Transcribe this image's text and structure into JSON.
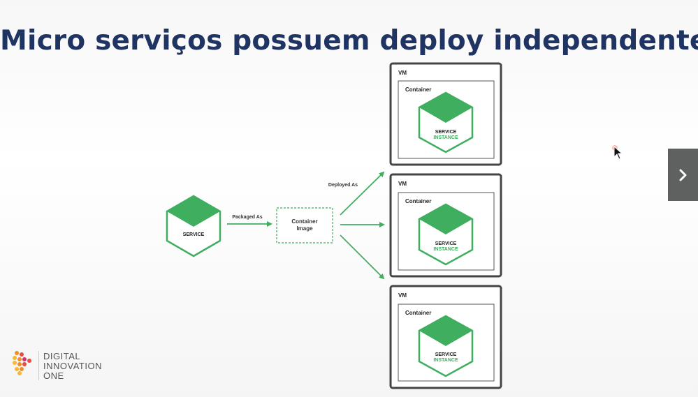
{
  "slide": {
    "title": "Micro serviços possuem deploy independentes"
  },
  "diagram": {
    "service_label": "SERVICE",
    "packaged_as": "Packaged As",
    "container_image_line1": "Container",
    "container_image_line2": "Image",
    "deployed_as": "Deployed As",
    "vms": [
      {
        "vm_label": "VM",
        "container_label": "Container",
        "service_line1": "SERVICE",
        "service_line2": "INSTANCE"
      },
      {
        "vm_label": "VM",
        "container_label": "Container",
        "service_line1": "SERVICE",
        "service_line2": "INSTANCE"
      },
      {
        "vm_label": "VM",
        "container_label": "Container",
        "service_line1": "SERVICE",
        "service_line2": "INSTANCE"
      }
    ]
  },
  "colors": {
    "title": "#1f3462",
    "green": "#3fae5f",
    "green_dark": "#2e9a4e",
    "vm_border": "#444444"
  },
  "logo": {
    "line1": "DIGITAL",
    "line2": "INNOVATION",
    "line3": "ONE"
  },
  "icons": {
    "next": "chevron-right-icon",
    "cursor": "mouse-pointer-icon"
  }
}
